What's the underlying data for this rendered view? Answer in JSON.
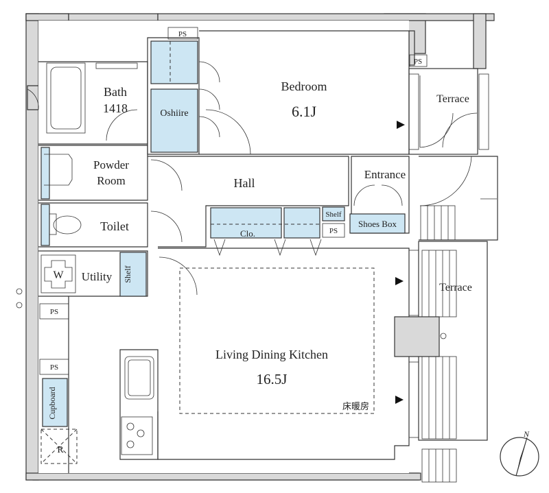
{
  "rooms": {
    "bedroom": {
      "name": "Bedroom",
      "size": "6.1J"
    },
    "bath": {
      "name": "Bath",
      "size": "1418"
    },
    "oshiire": "Oshiire",
    "powder_room": {
      "line1": "Powder",
      "line2": "Room"
    },
    "hall": "Hall",
    "entrance": "Entrance",
    "toilet": "Toilet",
    "utility": "Utility",
    "ldk": {
      "name": "Living Dining Kitchen",
      "size": "16.5J",
      "floor_heating": "床暖房"
    },
    "terrace_top": "Terrace",
    "terrace_right": "Terrace"
  },
  "fixtures": {
    "ps": "PS",
    "shelf": "Shelf",
    "shoes_box": "Shoes Box",
    "closet": "Clo.",
    "cupboard": "Cupboard",
    "washer": "W",
    "refrigerator": "R"
  },
  "compass": {
    "north": "N"
  },
  "colors": {
    "storage_fill": "#cde6f3",
    "wall_fill": "#d9d9d9",
    "line": "#333333"
  }
}
